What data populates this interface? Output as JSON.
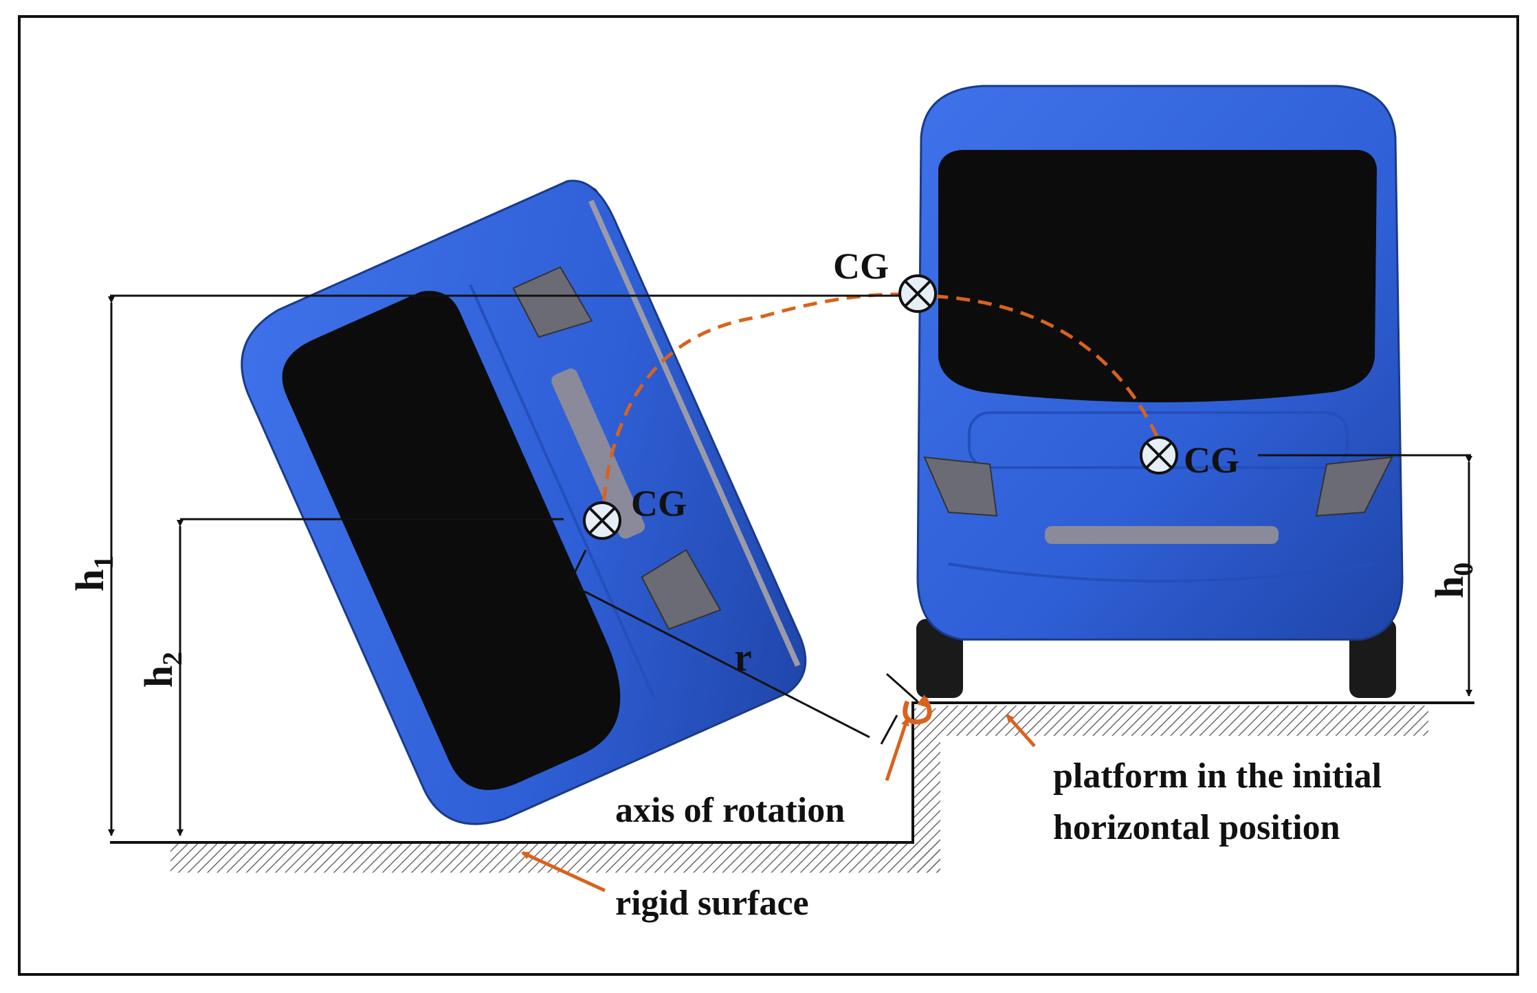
{
  "diagram": {
    "labels": {
      "cg_top": "CG",
      "cg_right": "CG",
      "cg_left": "CG",
      "h1": "h",
      "h1_sub": "1",
      "h2": "h",
      "h2_sub": "2",
      "h0": "h",
      "h0_sub": "0",
      "r": "r",
      "axis_of_rotation": "axis of rotation",
      "platform_line1": "platform in the initial",
      "platform_line2": "horizontal position",
      "rigid_surface": "rigid surface"
    },
    "colors": {
      "bus_body": "#2f5fd6",
      "bus_body_dark": "#1f45a8",
      "window": "#0c0c0c",
      "arc": "#d9621e",
      "pointer": "#d9621e",
      "line": "#111111",
      "hatch": "#6a6a6a"
    }
  }
}
